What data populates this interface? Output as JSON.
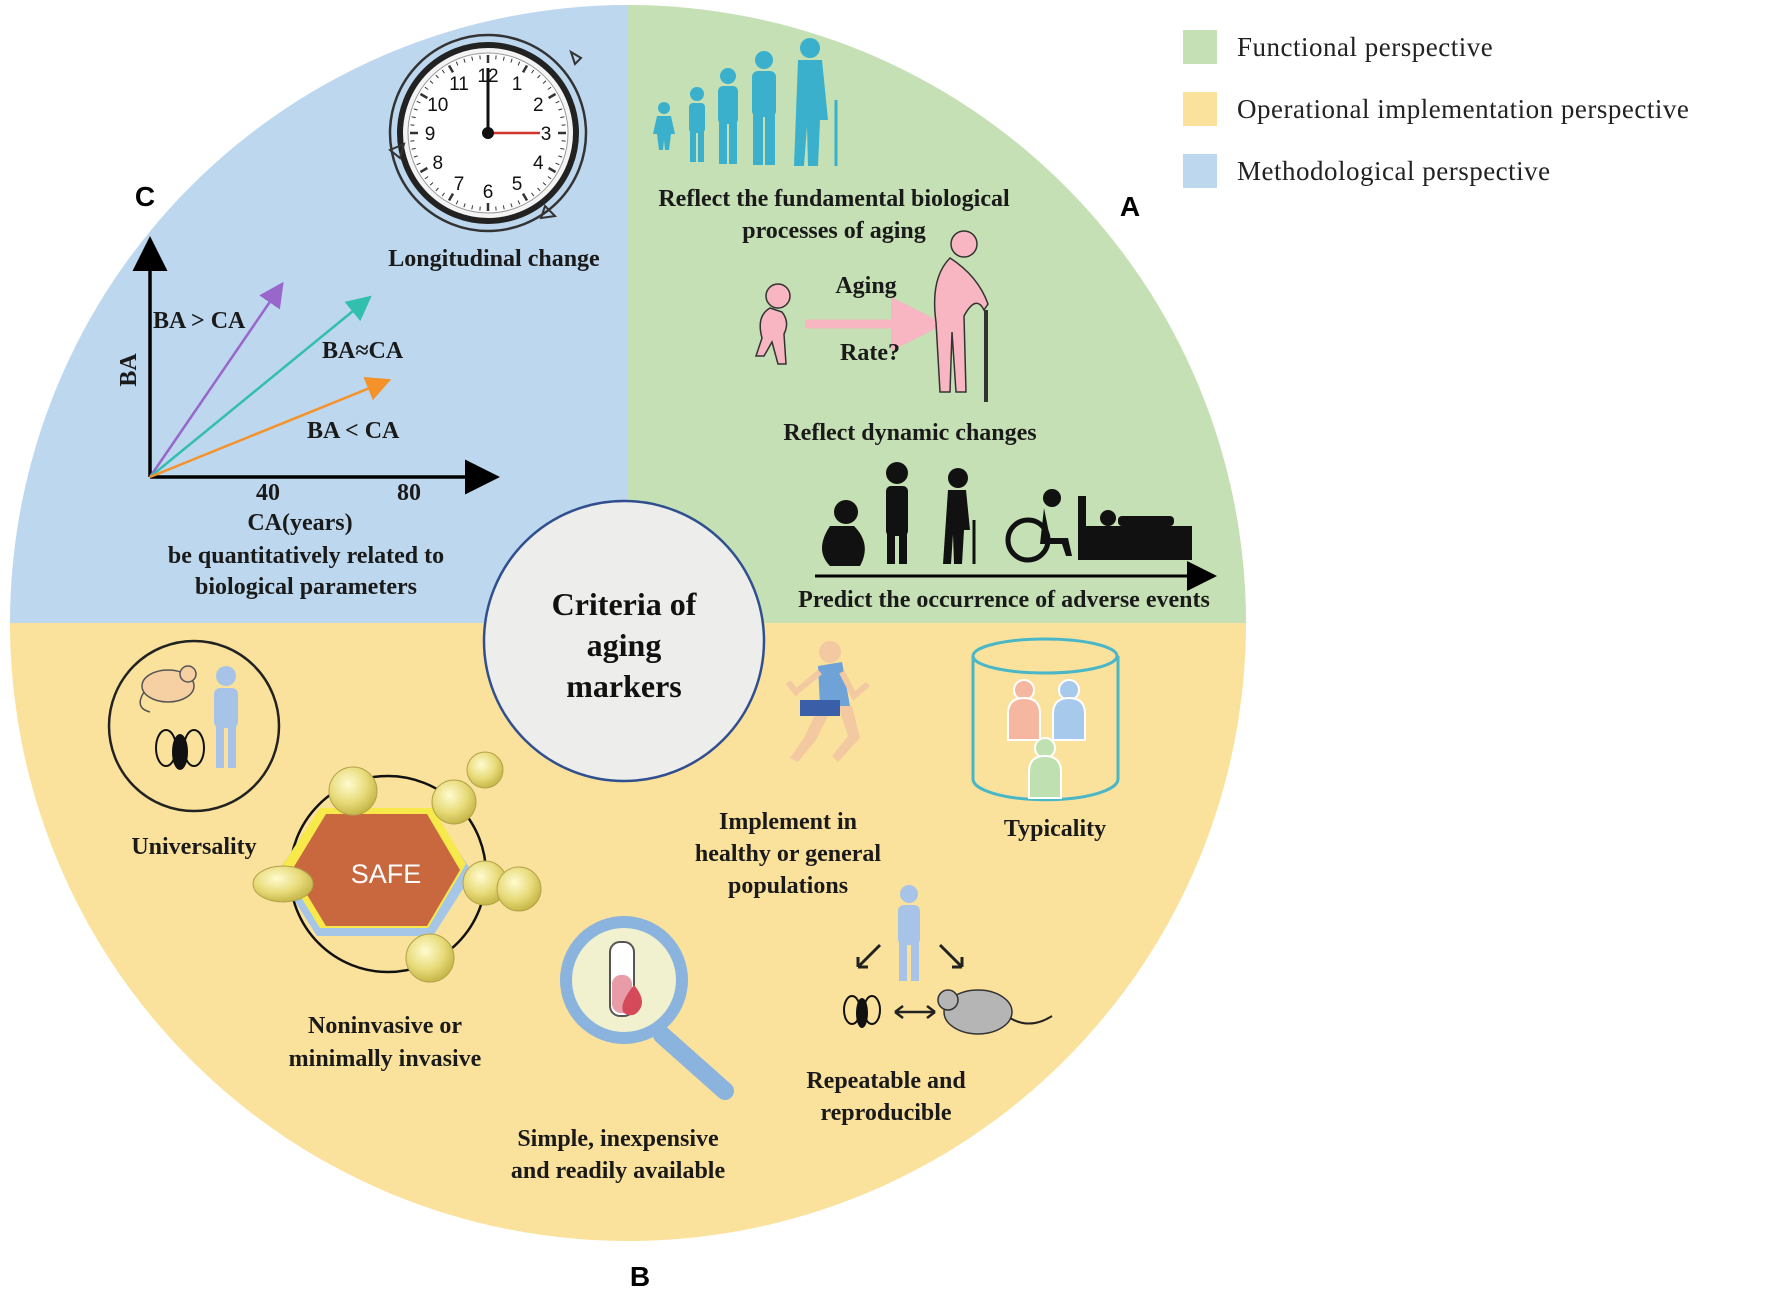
{
  "legend": [
    {
      "label": "Functional perspective",
      "color": "#c5e0b4"
    },
    {
      "label": "Operational implementation perspective",
      "color": "#fbe29c"
    },
    {
      "label": "Methodological perspective",
      "color": "#bdd7ee"
    }
  ],
  "center": {
    "line1": "Criteria of",
    "line2": "aging",
    "line3": "markers"
  },
  "sections": {
    "a": "A",
    "b": "B",
    "c": "C"
  },
  "functional": {
    "fundamental_line1": "Reflect the fundamental biological",
    "fundamental_line2": "processes of aging",
    "aging": "Aging",
    "rate": "Rate?",
    "dynamic": "Reflect  dynamic changes",
    "adverse": "Predict the occurrence of adverse events"
  },
  "methodological": {
    "longitudinal": "Longitudinal change",
    "clock_numbers": [
      "12",
      "1",
      "2",
      "3",
      "4",
      "5",
      "6",
      "7",
      "8",
      "9",
      "10",
      "11"
    ],
    "y_axis": "BA",
    "x_axis": "CA(years)",
    "ticks": [
      "40",
      "80"
    ],
    "ba_gt": "BA > CA",
    "ba_approx": "BA≈CA",
    "ba_lt": "BA < CA",
    "quant_line1": "be quantitatively related to",
    "quant_line2": "biological parameters"
  },
  "operational": {
    "universality": "Universality",
    "safe": "SAFE",
    "noninvasive_line1": "Noninvasive or",
    "noninvasive_line2": "minimally invasive",
    "simple_line1": "Simple, inexpensive",
    "simple_line2": "and readily available",
    "implement_line1": "Implement in",
    "implement_line2": "healthy or general",
    "implement_line3": "populations",
    "typicality": "Typicality",
    "repeatable_line1": "Repeatable and",
    "repeatable_line2": "reproducible"
  }
}
